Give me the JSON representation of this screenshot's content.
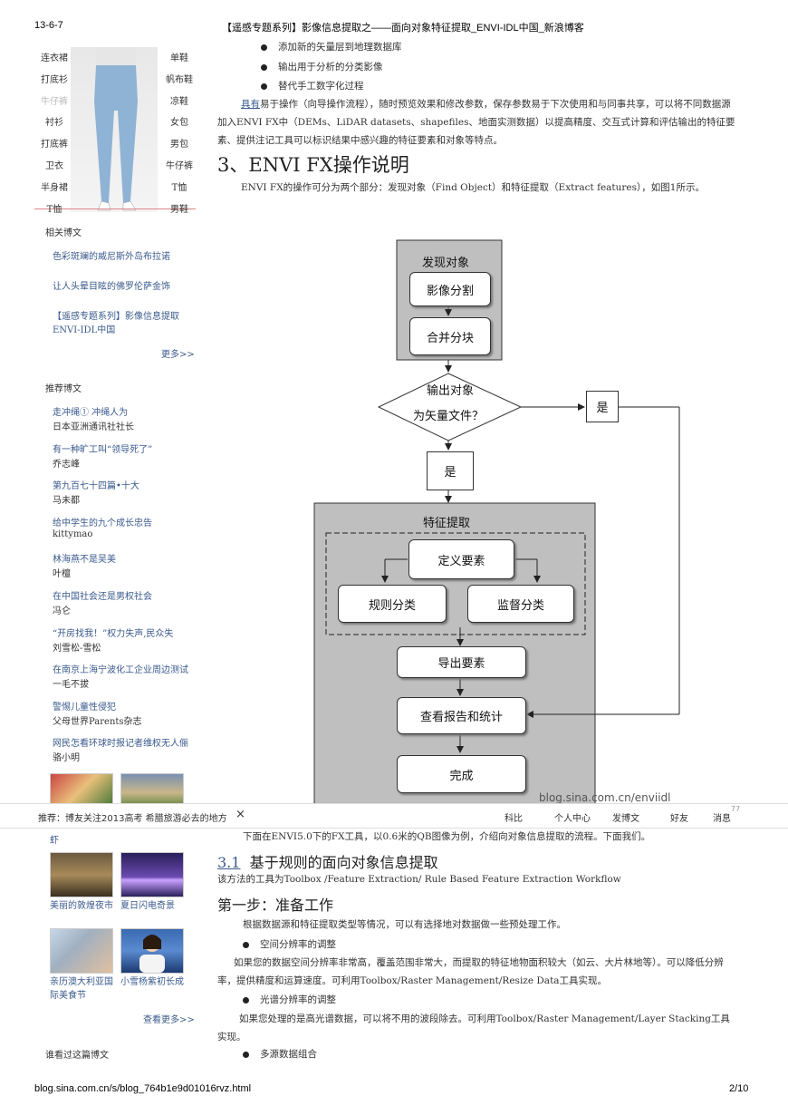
{
  "header": {
    "date": "13-6-7",
    "title": "【遥感专题系列】影像信息提取之——面向对象特征提取_ENVI-IDL中国_新浪博客"
  },
  "footer": {
    "url": "blog.sina.com.cn/s/blog_764b1e9d01016rvz.html",
    "page": "2/10"
  },
  "sidebar": {
    "categories_left": [
      "连衣裙",
      "打底衫",
      "牛仔裤",
      "衬衫",
      "打底裤",
      "卫衣",
      "半身裙",
      "T恤"
    ],
    "categories_right": [
      "单鞋",
      "帆布鞋",
      "凉鞋",
      "女包",
      "男包",
      "牛仔裤",
      "T恤",
      "男鞋"
    ],
    "related_title": "相关博文",
    "related": [
      {
        "line1": "色彩斑斓的威尼斯外岛布拉诺",
        "line2": ""
      },
      {
        "line1": "让人头晕目眩的佛罗伦萨金饰",
        "line2": ""
      },
      {
        "line1": "【遥感专题系列】影像信息提取",
        "line2": "ENVI-IDL中国"
      }
    ],
    "more": "更多>>",
    "recommend_title": "推荐博文",
    "recommend": [
      {
        "title": "走冲绳①  冲绳人为",
        "author": "日本亚洲通讯社社长"
      },
      {
        "title": "有一种旷工叫“领导死了”",
        "author": "乔志峰"
      },
      {
        "title": "第九百七十四篇•十大",
        "author": "马未都"
      },
      {
        "title": "给中学生的九个成长忠告",
        "author": "kittymao"
      },
      {
        "title": "林海燕不是吴美",
        "author": "叶檀"
      },
      {
        "title": "在中国社会还是男权社会",
        "author": "冯仑"
      },
      {
        "title": "“开房找我！”权力失声,民众失",
        "author": "刘雪松-雪松"
      },
      {
        "title": "在南京上海宁波化工企业周边测试",
        "author": "一毛不拔"
      },
      {
        "title": "警惕儿童性侵犯",
        "author": "父母世界Parents杂志"
      },
      {
        "title": "网民怎看环球时报记者维权无人俪",
        "author": "骆小明"
      }
    ],
    "photo_captions": [
      {
        "left": "虾",
        "right": ""
      },
      {
        "left": "美丽的敦煌夜市",
        "right": "夏日闪电奇景"
      },
      {
        "left": "亲历澳大利亚国",
        "right": "小雪杨紫初长成"
      },
      {
        "left": "际美食节",
        "right": ""
      }
    ],
    "see_more": "查看更多>>",
    "visitors_title": "谁看过这篇博文"
  },
  "toolbar": {
    "recommend": "推荐：博友关注2013高考   希腊旅游必去的地方",
    "close": "×",
    "items": [
      "科比",
      "个人中心",
      "发博文",
      "好友",
      "消息"
    ],
    "badge": "77"
  },
  "content": {
    "bullets_top": [
      "添加新的矢量层到地理数据库",
      "输出用于分析的分类影像",
      "替代手工数字化过程"
    ],
    "para_intro": {
      "link": "具有",
      "rest": "易于操作（向导操作流程），随时预览效果和修改参数，保存参数易于下次使用和与同事共享，可以将不同数据源加入ENVI FX中（DEMs、LiDAR datasets、shapefiles、地面实测数据）以提高精度、交互式计算和评估输出的特征要素、提供注记工具可以标识结果中感兴趣的特征要素和对象等特点。"
    },
    "section3_title": "3、ENVI FX操作说明",
    "section3_para": "ENVI FX的操作可分为两个部分：发现对象（Find Object）和特征提取（Extract features），如图1所示。",
    "after_flow": "下面在ENVI5.0下的FX工具，以0.6米的QB图像为例，介绍向对象信息提取的流程。下面我们。",
    "sec31_num": "3.1",
    "sec31_title": "基于规则的面向对象信息提取",
    "sec31_tool": "该方法的工具为Toolbox /Feature Extraction/ Rule Based Feature Extraction Workflow",
    "step1": "第一步：准备工作",
    "step1_para": "根据数据源和特征提取类型等情况，可以有选择地对数据做一些预处理工作。",
    "b_spatial": "空间分辨率的调整",
    "p_spatial": "如果您的数据空间分辨率非常高，覆盖范围非常大，而提取的特征地物面积较大（如云、大片林地等）。可以降低分辨率，提供精度和运算速度。可利用Toolbox/Raster Management/Resize Data工具实现。",
    "b_spectral": "光谱分辨率的调整",
    "p_spectral": "如果您处理的是高光谱数据，可以将不用的波段除去。可利用Toolbox/Raster Management/Layer Stacking工具实现。",
    "b_multi": "多源数据组合"
  },
  "flowchart": {
    "find_object": "发现对象",
    "segment": "影像分割",
    "merge": "合并分块",
    "decision_1": "输出对象",
    "decision_2": "为矢量文件？",
    "yes_right": "是",
    "yes_down": "是",
    "feature_extract": "特征提取",
    "define": "定义要素",
    "rule": "规则分类",
    "supervised": "监督分类",
    "export": "导出要素",
    "report": "查看报告和统计",
    "done": "完成",
    "watermark": "blog.sina.com.cn/enviidl"
  }
}
